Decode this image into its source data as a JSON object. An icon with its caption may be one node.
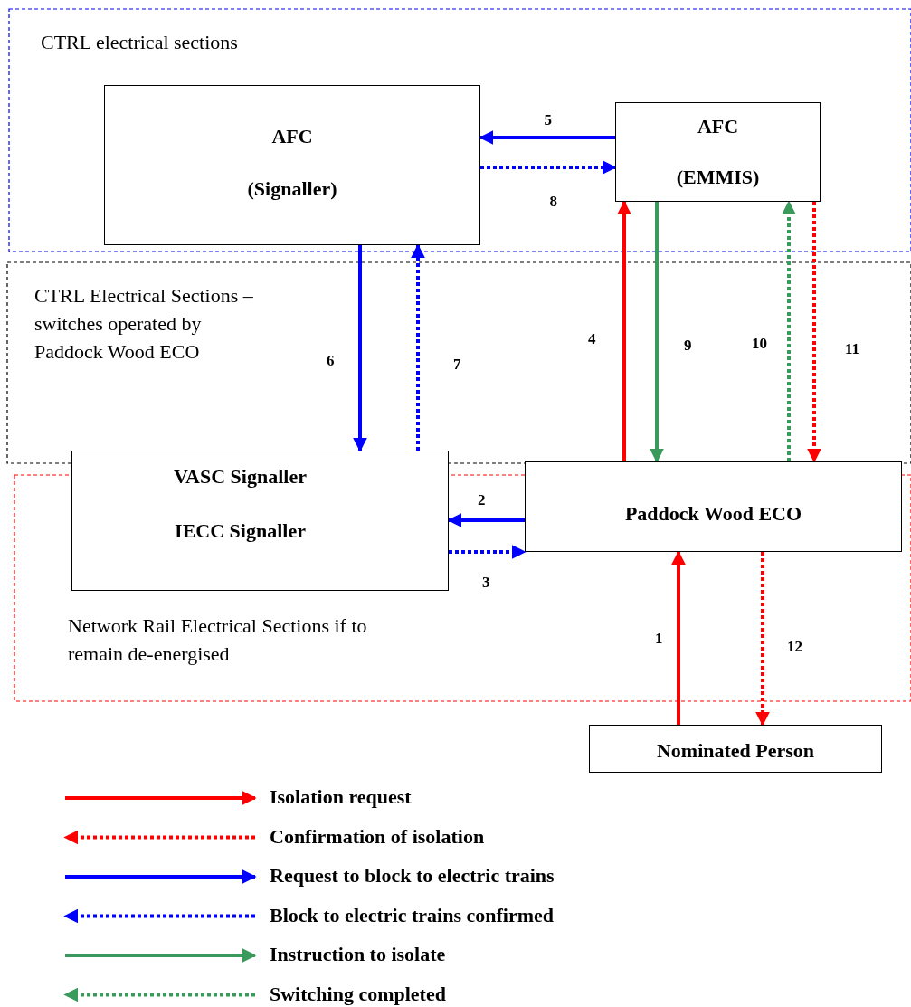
{
  "diagram": {
    "nodes": [
      {
        "text": [
          "AFC",
          "(Signaller)"
        ]
      },
      {
        "text": [
          "AFC",
          "(EMMIS)"
        ]
      },
      {
        "text": [
          "VASC Signaller",
          "IECC Signaller"
        ]
      },
      {
        "text": [
          "Paddock Wood ECO"
        ]
      },
      {
        "text": [
          "Nominated Person"
        ]
      }
    ],
    "edges": [
      {
        "from": 4,
        "to": 3,
        "arrow": "to",
        "label": "1",
        "color": "#ff0000"
      },
      {
        "from": 3,
        "to": 2,
        "arrow": "to",
        "label": "2"
      },
      {
        "from": 2,
        "to": 3,
        "arrow": "to",
        "label": "3",
        "style": "dashed"
      },
      {
        "from": 3,
        "to": 1,
        "arrow": "to",
        "label": "4",
        "color": "#ff0000"
      },
      {
        "from": 1,
        "to": 0,
        "arrow": "to",
        "label": "5"
      },
      {
        "from": 0,
        "to": 2,
        "arrow": "to",
        "label": "6"
      },
      {
        "from": 2,
        "to": 0,
        "arrow": "to",
        "label": "7",
        "style": "dashed"
      },
      {
        "from": 0,
        "to": 1,
        "arrow": "to",
        "label": "8",
        "style": "dashed"
      },
      {
        "from": 1,
        "to": 3,
        "arrow": "to",
        "label": "9",
        "color": "#3a9a5b"
      },
      {
        "from": 3,
        "to": 1,
        "arrow": "to",
        "label": "10",
        "style": "dashed",
        "color": "#3a9a5b"
      },
      {
        "from": 1,
        "to": 3,
        "arrow": "to",
        "label": "11",
        "style": "dashed",
        "color": "#ff0000"
      },
      {
        "from": 3,
        "to": 4,
        "arrow": "to",
        "label": "12",
        "style": "dashed",
        "color": "#ff0000"
      }
    ],
    "labels": [
      "CTRL electrical sections",
      "CTRL Electrical Sections – switches operated by Paddock Wood ECO",
      "Network Rail Electrical Sections if to remain de-energised"
    ],
    "legend": [
      {
        "text": "Isolation request"
      },
      {
        "text": "Confirmation of isolation"
      },
      {
        "text": "Request to block to electric trains"
      },
      {
        "text": "Block to electric trains confirmed"
      },
      {
        "text": "Instruction to isolate"
      },
      {
        "text": "Switching completed"
      }
    ]
  }
}
